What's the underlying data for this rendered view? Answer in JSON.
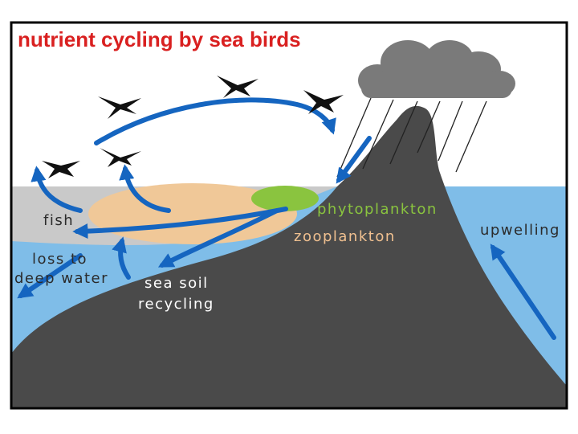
{
  "diagram": {
    "title": "nutrient cycling by sea birds",
    "labels": {
      "phytoplankton": "phytoplankton",
      "zooplankton": "zooplankton",
      "upwelling": "upwelling",
      "fish": "fish",
      "loss_line1": "loss to",
      "loss_line2": "deep water",
      "soil_line1": "sea soil",
      "soil_line2": "recycling"
    },
    "icons": [
      "bird-icon",
      "rain-cloud-icon",
      "arrow-icon"
    ],
    "colors": {
      "title": "#d92020",
      "phytoplankton": "#8ac43f",
      "zooplankton": "#f0c090",
      "label_white": "#ffffff",
      "label_dark": "#2b2b2b",
      "arrow": "#1565c0",
      "sea": "#7fbde8",
      "sky": "#ffffff",
      "island": "#4a4a4a",
      "fish_zone": "#c9c9c9",
      "plankton_patch": "#f0c898",
      "cloud": "#7a7a7a"
    }
  }
}
